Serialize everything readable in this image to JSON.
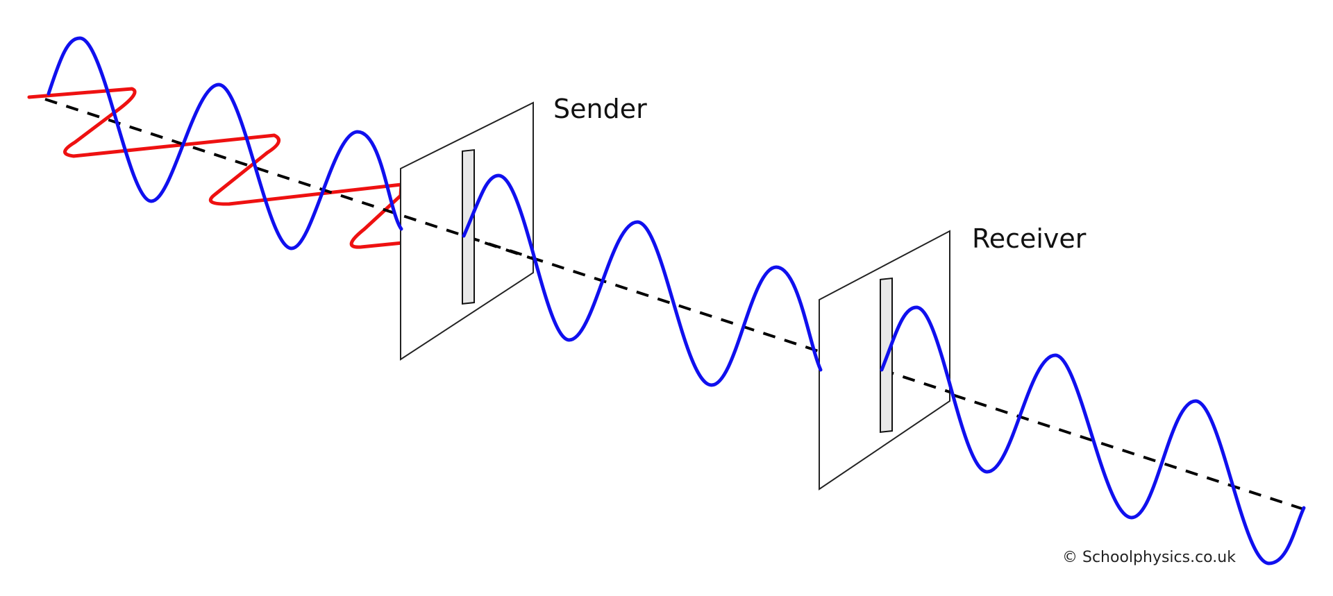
{
  "labels": {
    "sender": "Sender",
    "receiver": "Receiver"
  },
  "credit": "© Schoolphysics.co.uk",
  "colors": {
    "vertical_wave": "#1010ee",
    "horizontal_wave": "#ee1111",
    "axis": "#000000",
    "panel_border": "#222222"
  }
}
